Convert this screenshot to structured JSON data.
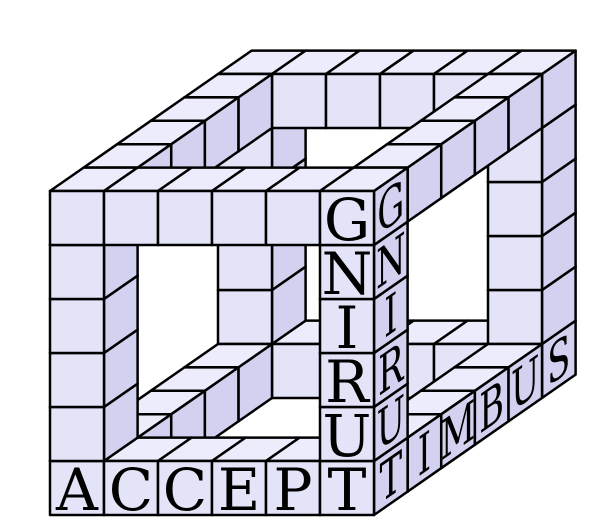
{
  "colors": {
    "block": "#e4e4f8",
    "block_side": "#d2d2f0",
    "block_top": "#ececfc",
    "outline": "#000000",
    "letter": "#000000"
  },
  "words": {
    "bottom_front": "ACCEPT",
    "vertical_front": "TURING",
    "vertical_side": "TURING",
    "bottom_side": "TIMBUS"
  }
}
